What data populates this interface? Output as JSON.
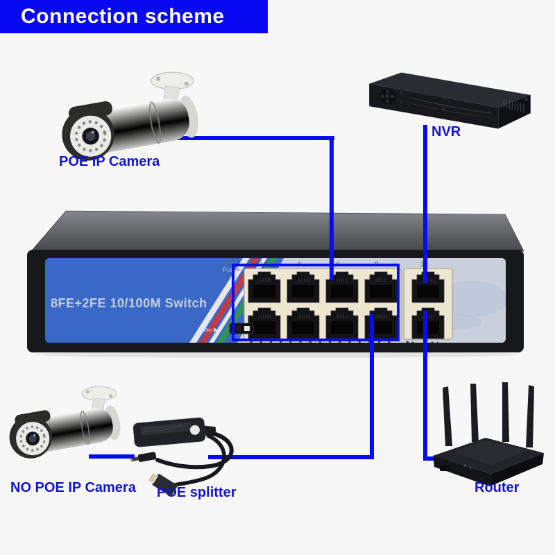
{
  "title": "Connection scheme",
  "colors": {
    "banner_bg": "#0808f2",
    "label_text": "#1313d2",
    "cable_blue": "#0a0cf0",
    "switch_face_blue": "#3a68c6",
    "port_bezel_cream": "#ede6d0"
  },
  "devices": {
    "poe_camera": {
      "label": "POE IP Camera"
    },
    "nvr": {
      "label": "NVR"
    },
    "no_poe_camera": {
      "label": "NO POE IP Camera"
    },
    "poe_splitter": {
      "label": "POE splitter"
    },
    "router": {
      "label": "Router"
    },
    "switch": {
      "model_text": "8FE+2FE 10/100M Switch",
      "poe_label": "PoE",
      "range_label": "100m",
      "port_numbers": [
        "2",
        "4",
        "6",
        "8",
        "10"
      ],
      "uplink_marks": [
        "▼ ●",
        "● ▲"
      ],
      "main_port_count": 8,
      "uplink_port_count": 2
    }
  },
  "connections": [
    {
      "from": "poe-ip-camera",
      "to": "switch-poe-port-6"
    },
    {
      "from": "nvr",
      "to": "switch-uplink-port-top"
    },
    {
      "from": "no-poe-ip-camera",
      "to": "poe-splitter"
    },
    {
      "from": "poe-splitter",
      "to": "switch-poe-port-8"
    },
    {
      "from": "router",
      "to": "switch-uplink-port-bottom"
    }
  ]
}
